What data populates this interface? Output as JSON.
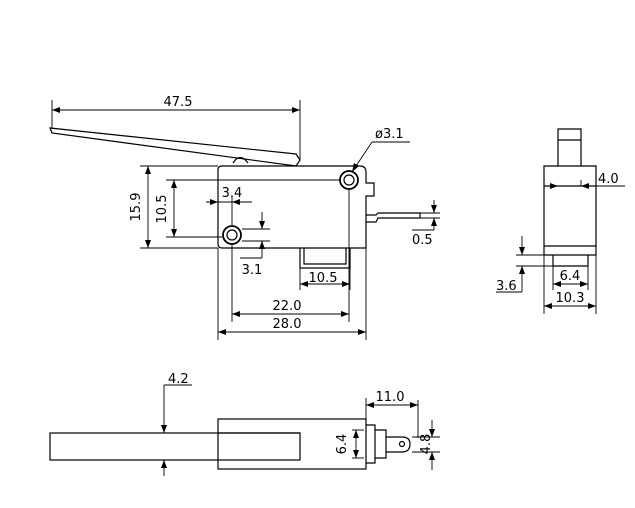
{
  "dimensions": {
    "lever_length": "47.5",
    "mount_hole_diameter": "ø3.1",
    "overall_height": "15.9",
    "hole_spacing_vertical": "10.5",
    "hole_offset_x": "3.4",
    "hole_offset_y": "3.1",
    "terminal_spacing": "10.5",
    "hole_spacing_horizontal": "22.0",
    "body_length": "28.0",
    "terminal_thickness": "0.5",
    "side_plunger_width": "4.0",
    "side_terminal_width": "6.4",
    "side_terminal_offset": "3.6",
    "side_body_width": "10.3",
    "bottom_lever_width": "4.2",
    "bottom_terminal_length": "11.0",
    "bottom_body_width": "6.4",
    "bottom_terminal_width": "4.8"
  }
}
